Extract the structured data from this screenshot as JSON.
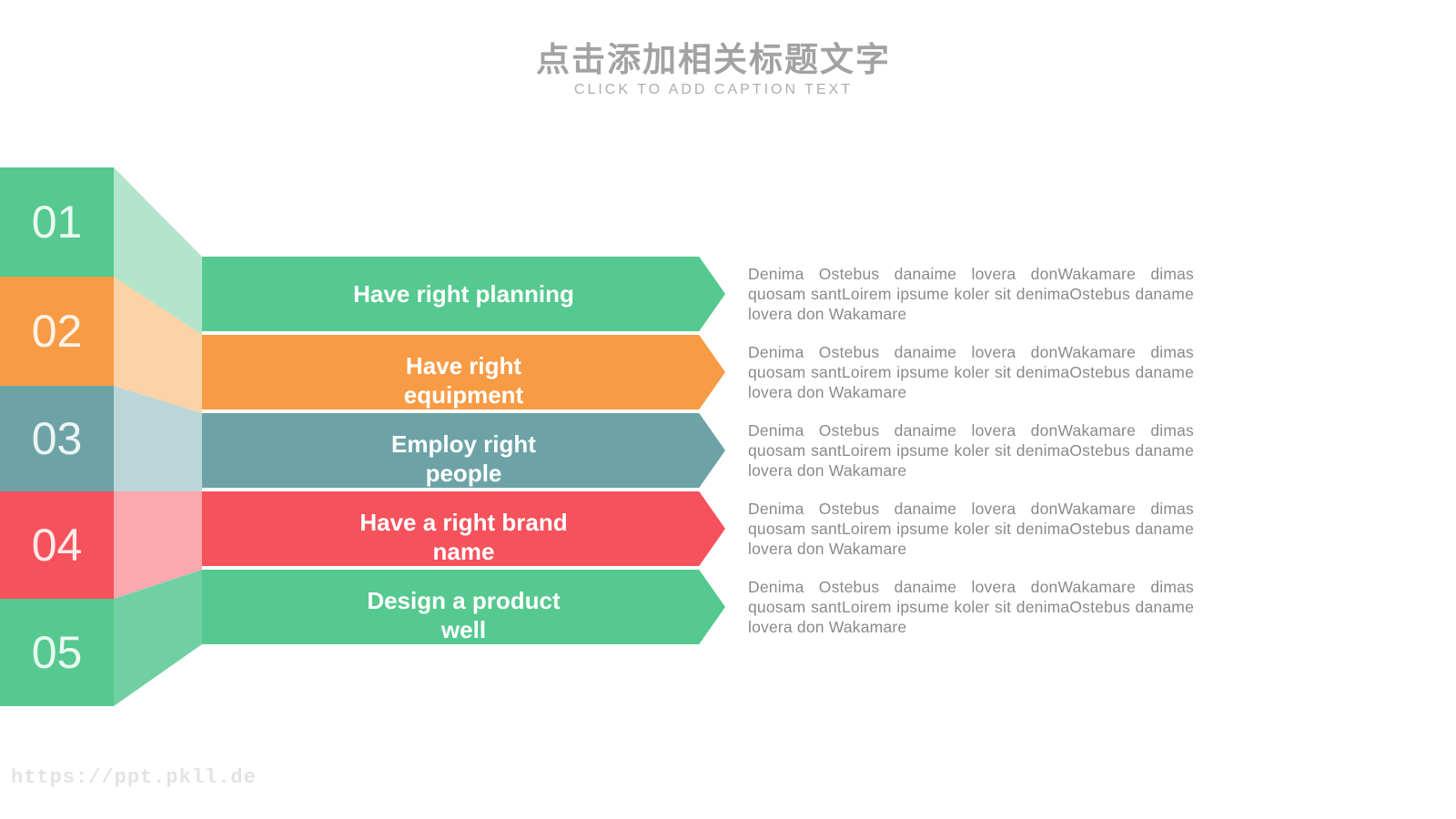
{
  "header": {
    "title": "点击添加相关标题文字",
    "subtitle": "CLICK TO ADD CAPTION TEXT"
  },
  "items": [
    {
      "number": "01",
      "label": "Have right planning",
      "description": "Denima Ostebus danaime lovera donWakamare dimas quosam santLoirem ipsume koler sit denimaOstebus daname lovera don Wakamare",
      "color": "#55c98f",
      "color_light": "#b2e5cc"
    },
    {
      "number": "02",
      "label": "Have right\nequipment",
      "description": "Denima Ostebus danaime lovera donWakamare dimas quosam santLoirem ipsume koler sit denimaOstebus daname lovera don Wakamare",
      "color": "#f89b45",
      "color_light": "#fcd2a6"
    },
    {
      "number": "03",
      "label": "Employ right\npeople",
      "description": "Denima Ostebus danaime lovera donWakamare dimas quosam santLoirem ipsume koler sit denimaOstebus daname lovera don Wakamare",
      "color": "#6da3a7",
      "color_light": "#bcd6d8"
    },
    {
      "number": "04",
      "label": "Have a right brand\nname",
      "description": "Denima Ostebus danaime lovera donWakamare dimas quosam santLoirem ipsume koler sit denimaOstebus daname lovera don Wakamare",
      "color": "#f5525c",
      "color_light": "#fba9ae"
    },
    {
      "number": "05",
      "label": "Design a product\nwell",
      "description": "Denima Ostebus danaime lovera donWakamare dimas quosam santLoirem ipsume koler sit denimaOstebus daname lovera don Wakamare",
      "color": "#55c98f",
      "color_light": "#71d0a3"
    }
  ],
  "palette": {
    "title_text": "#a2a2a2",
    "subtitle_text": "#aeaeae",
    "body_text": "#8a8a8a",
    "watermark_text": "#e3e3e3"
  },
  "watermark": "https://ppt.pkll.de"
}
